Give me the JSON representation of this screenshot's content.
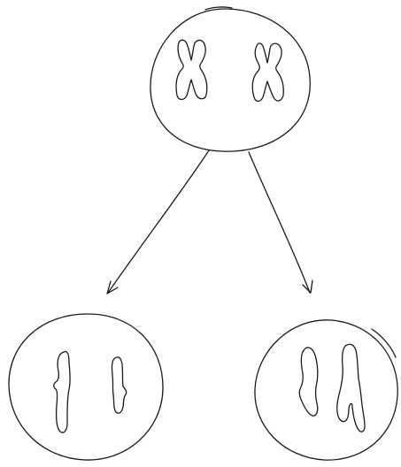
{
  "diagram": {
    "style": "hand-drawn line sketch, no text labels",
    "stroke_color": "#1a1a1a",
    "background_color": "#ffffff",
    "parent_cell": {
      "chromosomes": [
        {
          "shape": "x-shaped duplicated chromosome"
        },
        {
          "shape": "x-shaped duplicated chromosome"
        }
      ]
    },
    "arrows": [
      {
        "from": "parent-cell",
        "to": "left-daughter-cell"
      },
      {
        "from": "parent-cell",
        "to": "right-daughter-cell"
      }
    ],
    "daughter_cells": [
      {
        "chromosomes": [
          {
            "shape": "single rod chromosome"
          },
          {
            "shape": "single rod chromosome"
          }
        ]
      },
      {
        "chromosomes": [
          {
            "shape": "single rod chromosome"
          },
          {
            "shape": "single rod chromosome"
          }
        ]
      }
    ]
  }
}
